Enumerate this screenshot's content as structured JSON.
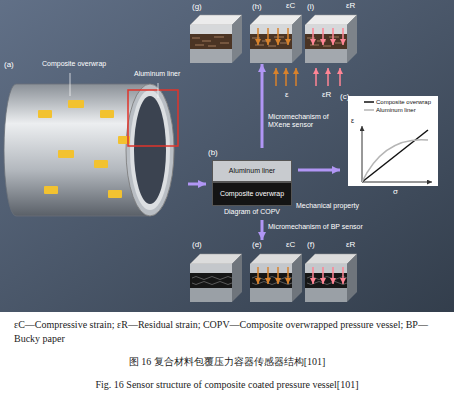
{
  "diagram": {
    "caption": "图 16 复合材料包覆压力容器传感器结构[101]",
    "nodes": [
      {
        "text": [
          "(a)",
          "Composite overwrap",
          "Aluminum liner"
        ]
      },
      {
        "text": [
          "(b)",
          "Diagram of COPV"
        ]
      },
      {
        "text": [
          "Aluminum liner"
        ],
        "in": 1
      },
      {
        "text": [
          "Composite overwrap"
        ],
        "in": 1
      },
      {
        "text": [
          "(c)"
        ]
      },
      {
        "text": [
          "(g)"
        ]
      },
      {
        "text": [
          "(h)"
        ]
      },
      {
        "text": [
          "(i)"
        ]
      },
      {
        "text": [
          "(d)"
        ]
      },
      {
        "text": [
          "(e)"
        ]
      },
      {
        "text": [
          "(f)"
        ]
      }
    ],
    "edges": [
      {
        "from": 0,
        "to": 1,
        "arrow": "to"
      },
      {
        "from": 1,
        "to": 4,
        "arrow": "to",
        "label": "Mechanical property"
      },
      {
        "from": 1,
        "to": 6,
        "arrow": "to",
        "label": "Micromechanism of MXene sensor"
      },
      {
        "from": 1,
        "to": 9,
        "arrow": "to",
        "label": "Micromechanism of BP sensor"
      }
    ],
    "labels": [
      "εC",
      "εR",
      "ε",
      "εR",
      "εC",
      "εR",
      "ε",
      "σ",
      "εC—Compressive strain; εR—Residual strain; COPV—Composite overwrapped pressure vessel; BP—Bucky paper",
      "Fig. 16 Sensor structure of composite coated pressure vessel[101]"
    ],
    "legend": [
      {
        "text": "Composite overwrap"
      },
      {
        "text": "Aluminum liner"
      }
    ]
  }
}
